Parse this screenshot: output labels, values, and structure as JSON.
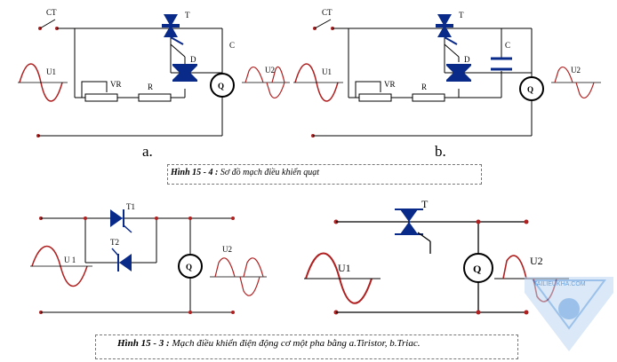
{
  "figure_top": {
    "labels": {
      "switch": "CT",
      "thyristor": "T",
      "diac": "D",
      "capacitor": "C",
      "input": "U1",
      "output": "U2",
      "pot": "VR",
      "resistor": "R",
      "load": "Q"
    },
    "sub_a": "a.",
    "sub_b": "b.",
    "caption_bold": "Hình 15 - 4 :",
    "caption_rest": " Sơ đồ mạch điều khiển quạt"
  },
  "figure_bottom": {
    "labels_left": {
      "t1": "T1",
      "t2": "T2",
      "input": "U 1",
      "output": "U2",
      "load": "Q"
    },
    "labels_right": {
      "triac": "T",
      "input": "U1",
      "output": "U2",
      "load": "Q"
    },
    "caption_bold": "Hình 15 - 3 :",
    "caption_rest": " Mạch điều khiển điện động cơ một pha bằng a.Tiristor, b.Triac."
  },
  "watermark": {
    "text": "TAILIEUKHA.COM",
    "color": "#4a90d9"
  },
  "colors": {
    "wire": "#0000a0",
    "wave": "#b02020",
    "node": "#b02020",
    "triac": "#0a2a8a"
  }
}
